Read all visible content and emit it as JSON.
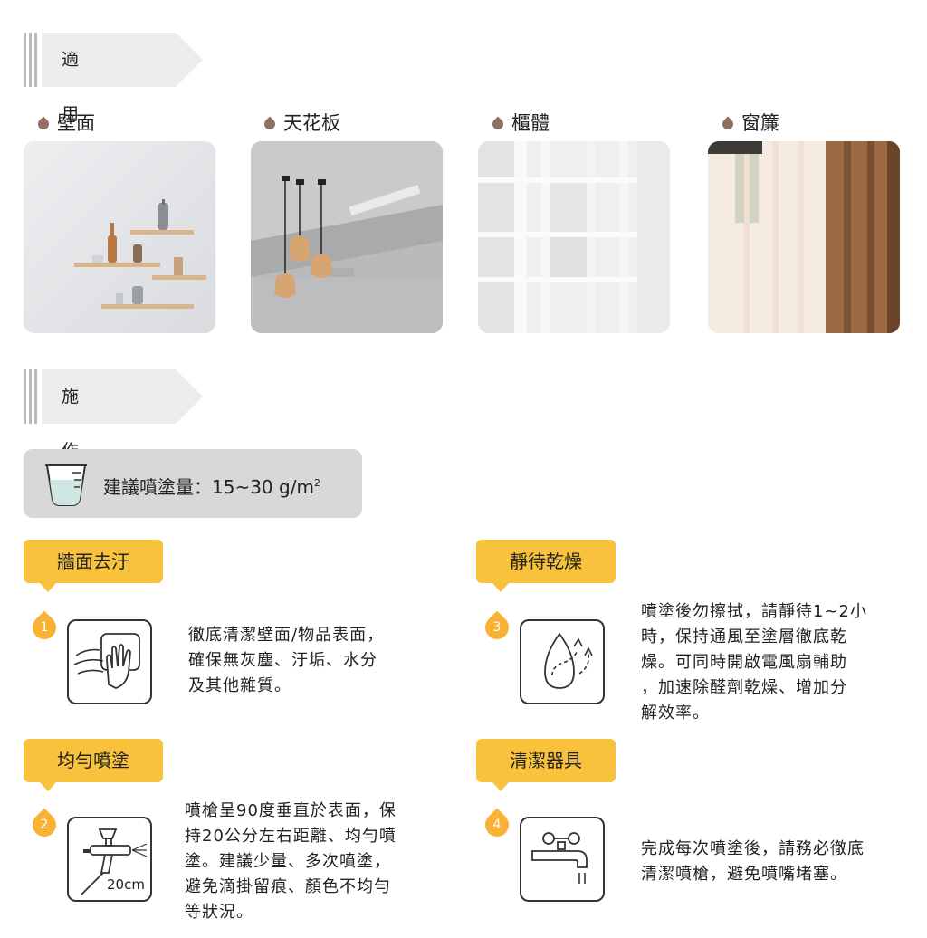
{
  "scope": {
    "title": "適用範圍",
    "items": [
      {
        "label": "壁面"
      },
      {
        "label": "天花板"
      },
      {
        "label": "櫃體"
      },
      {
        "label": "窗簾"
      }
    ]
  },
  "procedure": {
    "title": "施作步驟",
    "coverage": {
      "label": "建議噴塗量：15~30 g/m",
      "sup": "2"
    }
  },
  "steps": [
    {
      "num": "1",
      "title": "牆面去汙",
      "lines": [
        "徹底清潔壁面/物品表面，",
        "確保無灰塵、汙垢、水分",
        "及其他雜質。"
      ]
    },
    {
      "num": "2",
      "title": "均勻噴塗",
      "lines": [
        "噴槍呈90度垂直於表面，保",
        "持20公分左右距離、均勻噴",
        "塗。建議少量、多次噴塗，",
        "避免滴掛留痕、顏色不均勻",
        "等狀況。"
      ],
      "icon_text": "20cm"
    },
    {
      "num": "3",
      "title": "靜待乾燥",
      "lines": [
        "噴塗後勿擦拭，請靜待1~2小",
        "時，保持通風至塗層徹底乾",
        "燥。可同時開啟電風扇輔助",
        "，加速除醛劑乾燥、增加分",
        "解效率。"
      ]
    },
    {
      "num": "4",
      "title": "清潔器具",
      "lines": [
        "完成每次噴塗後，請務必徹底",
        "清潔噴槍，避免噴嘴堵塞。"
      ]
    }
  ],
  "icons": [
    "drop-icon",
    "measuring-cup-icon",
    "wiping-hand-icon",
    "spray-gun-icon",
    "water-drop-dry-icon",
    "faucet-icon"
  ]
}
